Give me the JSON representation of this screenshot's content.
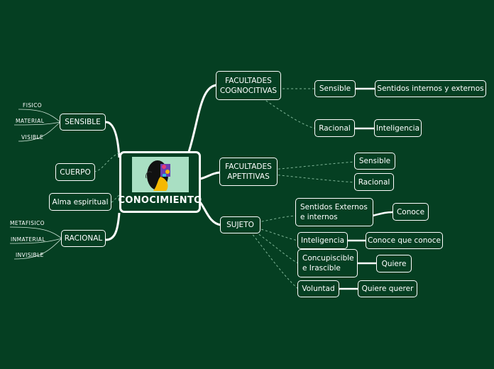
{
  "center": {
    "label": "CONOCIMIENTO",
    "image": "head-thinking-icon"
  },
  "left": {
    "sensible": {
      "label": "SENSIBLE",
      "leaves": [
        "FISICO",
        "MATERIAL",
        "VISIBLE"
      ]
    },
    "cuerpo": {
      "label": "CUERPO"
    },
    "alma": {
      "label": "Alma espiritual"
    },
    "racional": {
      "label": "RACIONAL",
      "leaves": [
        "METAFISICO",
        "INMATERIAL",
        "INVISIBLE"
      ]
    }
  },
  "right": {
    "facultades_cognoscitivas": {
      "label": "FACULTADES COGNOCITIVAS",
      "children": [
        {
          "label": "Sensible",
          "child": "Sentidos internos y externos"
        },
        {
          "label": "Racional",
          "child": "Inteligencia"
        }
      ]
    },
    "facultades_apetitivas": {
      "label": "FACULTADES APETITIVAS",
      "children": [
        "Sensible",
        "Racional"
      ]
    },
    "sujeto": {
      "label": "SUJETO",
      "children": [
        {
          "label": "Sentidos Externos e internos",
          "child": "Conoce"
        },
        {
          "label": "Inteligencia",
          "child": "Conoce que conoce"
        },
        {
          "label": "Concupiscible e Irascible",
          "child": "Quiere"
        },
        {
          "label": "Voluntad",
          "child": "Quiere querer"
        }
      ]
    }
  },
  "colors": {
    "background": "#053f22",
    "line": "#ffffff",
    "dashed_line": "#7fb597",
    "picture_bg": "#a9dfc3"
  }
}
